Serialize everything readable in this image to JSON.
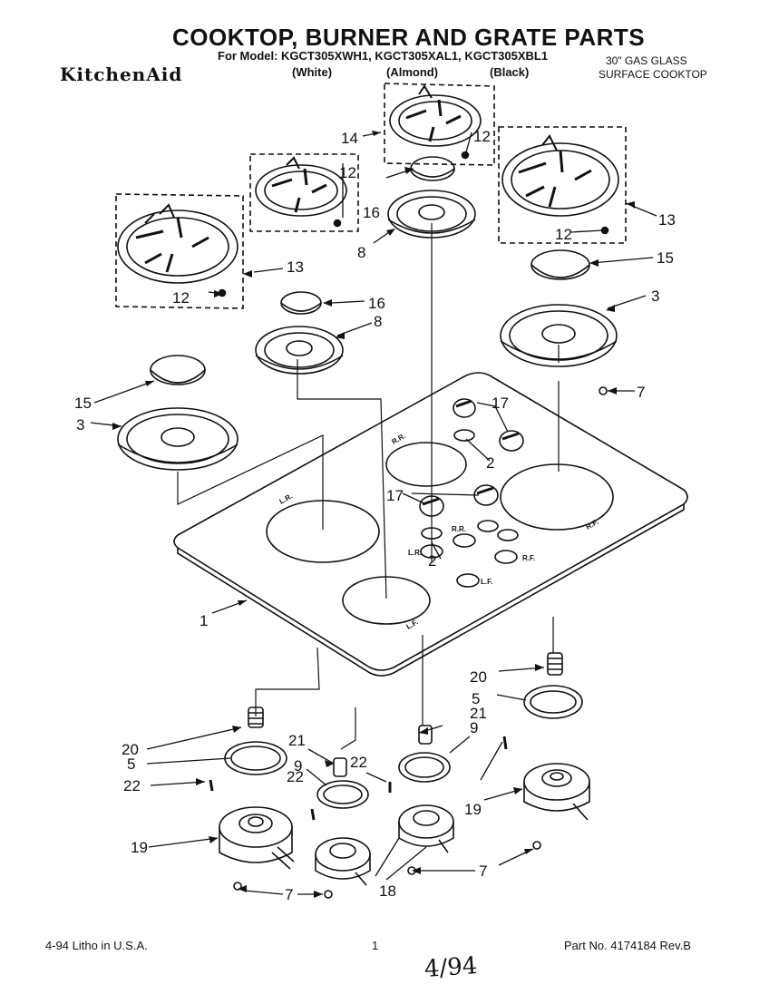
{
  "header": {
    "title": "COOKTOP, BURNER AND GRATE PARTS",
    "models_line": "For Model: KGCT305XWH1, KGCT305XAL1, KGCT305XBL1",
    "brand": "KitchenAid",
    "colors": [
      "(White)",
      "(Almond)",
      "(Black)"
    ],
    "description_line1": "30\" GAS GLASS",
    "description_line2": "SURFACE COOKTOP"
  },
  "footer": {
    "date_print": "4-94  Litho in U.S.A.",
    "page_number": "1",
    "part_number": "Part No. 4174184  Rev.B",
    "handwritten": "4/94"
  },
  "burner_position_labels": {
    "left_rear": "L.R.",
    "right_rear": "R.R.",
    "left_front": "L.F.",
    "right_front": "R.F.",
    "lr_small": "L.R.",
    "rr_small": "R.R.",
    "lf_small": "L.F.",
    "rf_small": "R.F."
  },
  "callouts": {
    "c1": "1",
    "c2a": "2",
    "c2b": "2",
    "c3a": "3",
    "c3b": "3",
    "c5a": "5",
    "c5b": "5",
    "c7a": "7",
    "c7b": "7",
    "c7c": "7",
    "c8a": "8",
    "c8b": "8",
    "c9a": "9",
    "c9b": "9",
    "c12a": "12",
    "c12b": "12",
    "c12c": "12",
    "c12d": "12",
    "c13a": "13",
    "c13b": "13",
    "c14": "14",
    "c15a": "15",
    "c15b": "15",
    "c16a": "16",
    "c16b": "16",
    "c17a": "17",
    "c17b": "17",
    "c18": "18",
    "c19a": "19",
    "c19b": "19",
    "c20a": "20",
    "c20b": "20",
    "c21a": "21",
    "c21b": "21",
    "c22a": "22",
    "c22b": "22",
    "c22c": "22"
  }
}
